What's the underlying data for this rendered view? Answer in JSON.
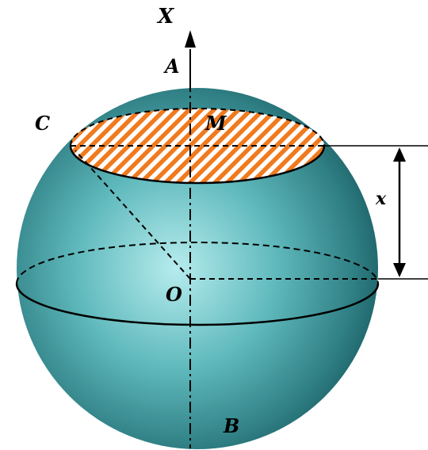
{
  "labels": {
    "axis": "X",
    "top_point": "A",
    "rim_point": "C",
    "section_center": "M",
    "center": "O",
    "bottom_point": "B",
    "height": "x"
  },
  "colors": {
    "sphere_light": "#b6ecee",
    "sphere_mid": "#3f9ea2",
    "sphere_dark": "#14565b",
    "hatch_orange": "#f07a1e",
    "hatch_white": "#ffffff",
    "lines": "#000000"
  }
}
